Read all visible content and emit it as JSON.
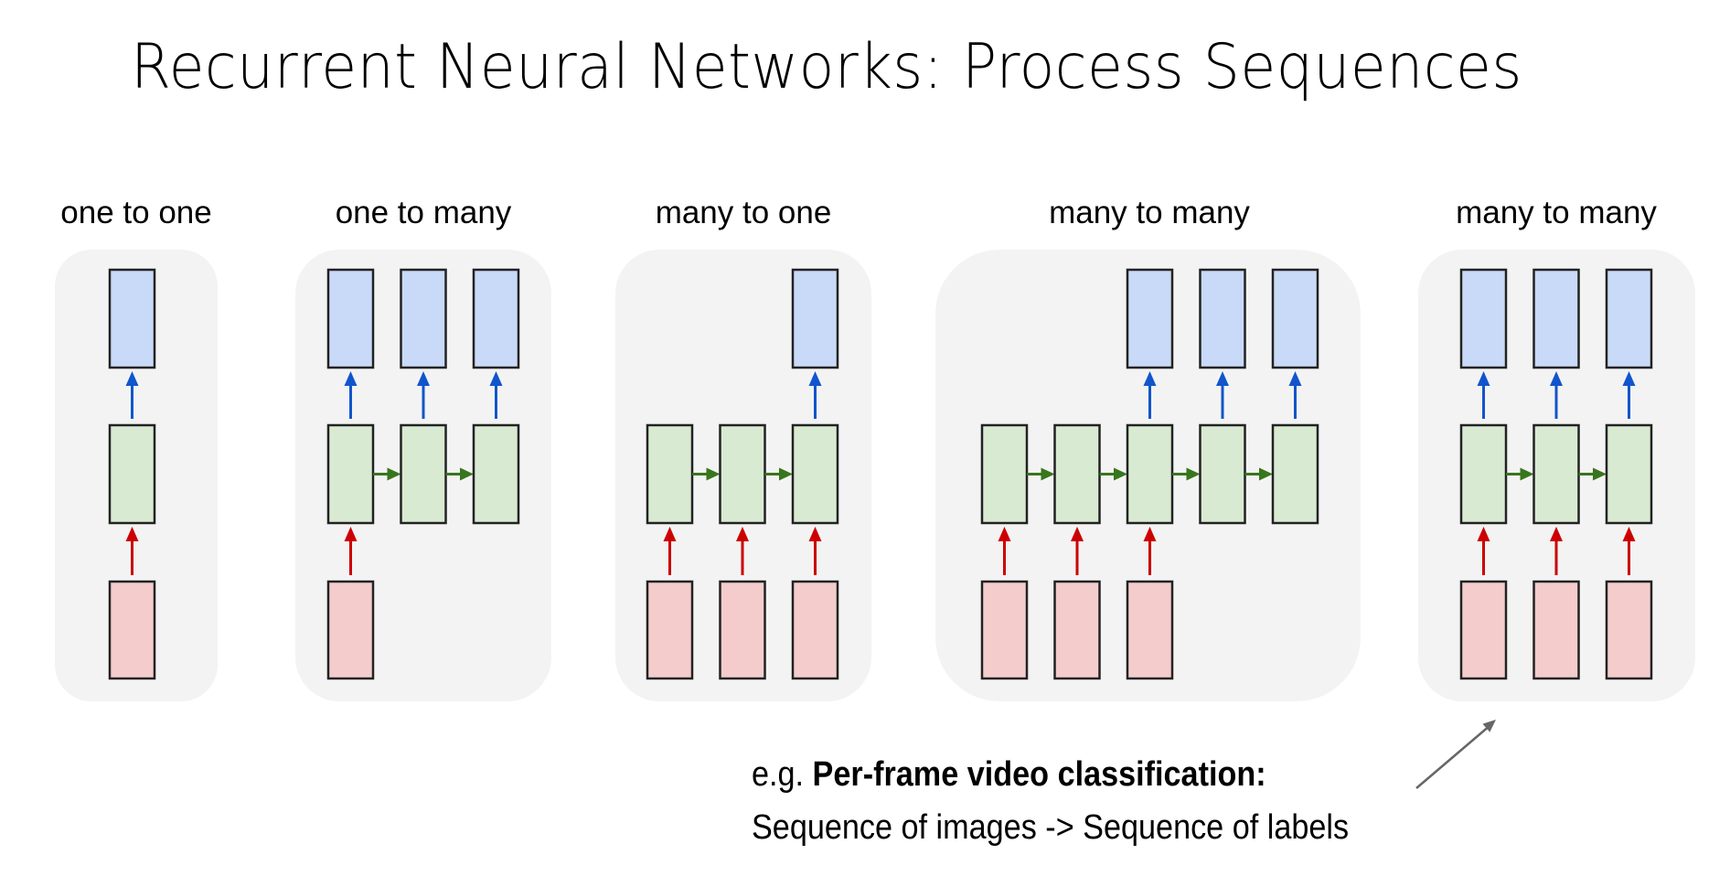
{
  "slide": {
    "title": "Recurrent Neural Networks: Process Sequences"
  },
  "colors": {
    "panel_bg": "#f3f3f3",
    "output_fill": "#c9daf8",
    "hidden_fill": "#d9ead3",
    "input_fill": "#f4cccc",
    "box_border": "#222222",
    "output_arrow": "#1155cc",
    "recurrent_arrow": "#38761d",
    "input_arrow": "#cc0000",
    "pointer_arrow": "#666666"
  },
  "panels": [
    {
      "label": "one to one",
      "steps": 1,
      "inputs": [
        0
      ],
      "outputs": [
        0
      ]
    },
    {
      "label": "one to many",
      "steps": 3,
      "inputs": [
        0
      ],
      "outputs": [
        0,
        1,
        2
      ]
    },
    {
      "label": "many to one",
      "steps": 3,
      "inputs": [
        0,
        1,
        2
      ],
      "outputs": [
        2
      ]
    },
    {
      "label": "many to many",
      "steps": 5,
      "inputs": [
        0,
        1,
        2
      ],
      "outputs": [
        2,
        3,
        4
      ]
    },
    {
      "label": "many to many",
      "steps": 3,
      "inputs": [
        0,
        1,
        2
      ],
      "outputs": [
        0,
        1,
        2
      ]
    }
  ],
  "caption": {
    "prefix": "e.g. ",
    "bold": "Per-frame video classification:",
    "line2": "Sequence of images -> Sequence of labels",
    "points_to_panel": 4
  }
}
